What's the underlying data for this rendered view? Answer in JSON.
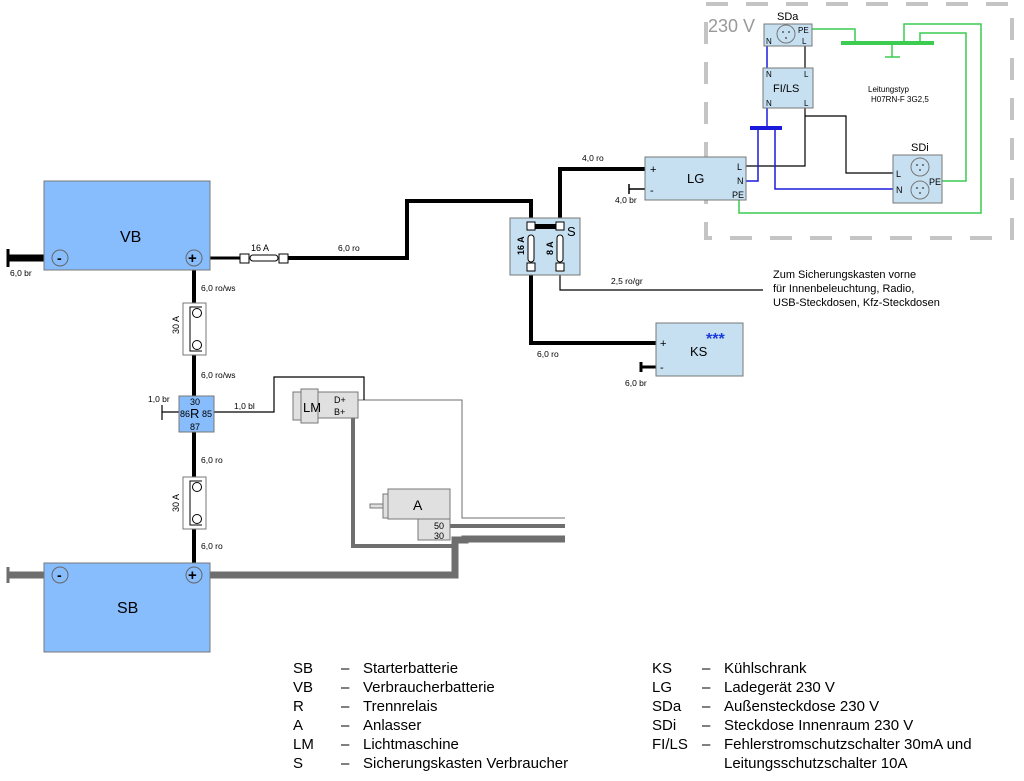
{
  "area_230v": {
    "label": "230 V"
  },
  "components": {
    "vb": {
      "label": "VB",
      "minus": "-",
      "plus": "+"
    },
    "sb": {
      "label": "SB",
      "minus": "-",
      "plus": "+"
    },
    "relay": {
      "label": "R",
      "pin_30": "30",
      "pin_86": "86",
      "pin_85": "85",
      "pin_87": "87"
    },
    "lm": {
      "label": "LM",
      "d_plus": "D+",
      "b_plus": "B+"
    },
    "a": {
      "label": "A",
      "pin_50": "50",
      "pin_30": "30"
    },
    "s": {
      "label": "S",
      "fuse_left": "16 A",
      "fuse_right": "8 A"
    },
    "lg": {
      "label": "LG",
      "plus": "+",
      "minus": "-",
      "l": "L",
      "n": "N",
      "pe": "PE"
    },
    "ks": {
      "label": "KS",
      "plus": "+",
      "minus": "-",
      "stars": "***"
    },
    "sda": {
      "label": "SDa",
      "n": "N",
      "l": "L",
      "pe": "PE"
    },
    "fils": {
      "label": "FI/LS",
      "n_top": "N",
      "l_top": "L",
      "n_bot": "N",
      "l_bot": "L"
    },
    "sdi": {
      "label": "SDi",
      "l": "L",
      "n": "N",
      "pe": "PE"
    }
  },
  "fuses": {
    "main_16a": "16 A",
    "relay_top_30a": "30 A",
    "relay_bottom_30a": "30 A"
  },
  "wire_labels": {
    "vb_minus": "6,0 br",
    "vb_to_s": "6,0 ro",
    "vb_to_fuse": "6,0 ro/ws",
    "fuse_to_relay": "6,0 ro/ws",
    "relay_ground": "1,0 br",
    "relay_to_lm": "1,0 bl",
    "relay_to_fuse": "6,0 ro",
    "fuse_to_sb": "6,0 ro",
    "s_to_lg": "4,0 ro",
    "lg_minus": "4,0 br",
    "s_to_front": "2,5 ro/gr",
    "s_to_ks": "6,0 ro",
    "ks_minus": "6,0 br"
  },
  "notes": {
    "cable_type_title": "Leitungstyp",
    "cable_type_value": "H07RN-F 3G2,5",
    "front_fusebox_line1": "Zum Sicherungskasten vorne",
    "front_fusebox_line2": "für Innenbeleuchtung, Radio,",
    "front_fusebox_line3": "USB-Steckdosen, Kfz-Steckdosen"
  },
  "legend": {
    "left": [
      {
        "abbr": "SB",
        "dash": "–",
        "text": "Starterbatterie"
      },
      {
        "abbr": "VB",
        "dash": "–",
        "text": "Verbraucherbatterie"
      },
      {
        "abbr": "R",
        "dash": "–",
        "text": "Trennrelais"
      },
      {
        "abbr": "A",
        "dash": "–",
        "text": "Anlasser"
      },
      {
        "abbr": "LM",
        "dash": "–",
        "text": "Lichtmaschine"
      },
      {
        "abbr": "S",
        "dash": "–",
        "text": "Sicherungskasten Verbraucher"
      }
    ],
    "right": [
      {
        "abbr": "KS",
        "dash": "–",
        "text": "Kühlschrank"
      },
      {
        "abbr": "LG",
        "dash": "–",
        "text": "Ladegerät 230 V"
      },
      {
        "abbr": "SDa",
        "dash": "–",
        "text": "Außensteckdose 230 V"
      },
      {
        "abbr": "SDi",
        "dash": "–",
        "text": "Steckdose Innenraum 230 V"
      },
      {
        "abbr": "FI/LS",
        "dash": "–",
        "text": "Fehlerstromschutzschalter 30mA und"
      }
    ],
    "right_continuation": "Leitungsschutzschalter 10A"
  },
  "colors": {
    "battery_fill": "#87bdfc",
    "device_fill": "#c6e0f2",
    "engine_fill": "#e0e0e0",
    "wire_12v": "#000000",
    "wire_engine": "#6e6e6e",
    "wire_neutral": "#1a1adc",
    "wire_pe": "#3ccc50",
    "dashed_border": "#c4c4c4",
    "stars": "#1a3adc"
  }
}
